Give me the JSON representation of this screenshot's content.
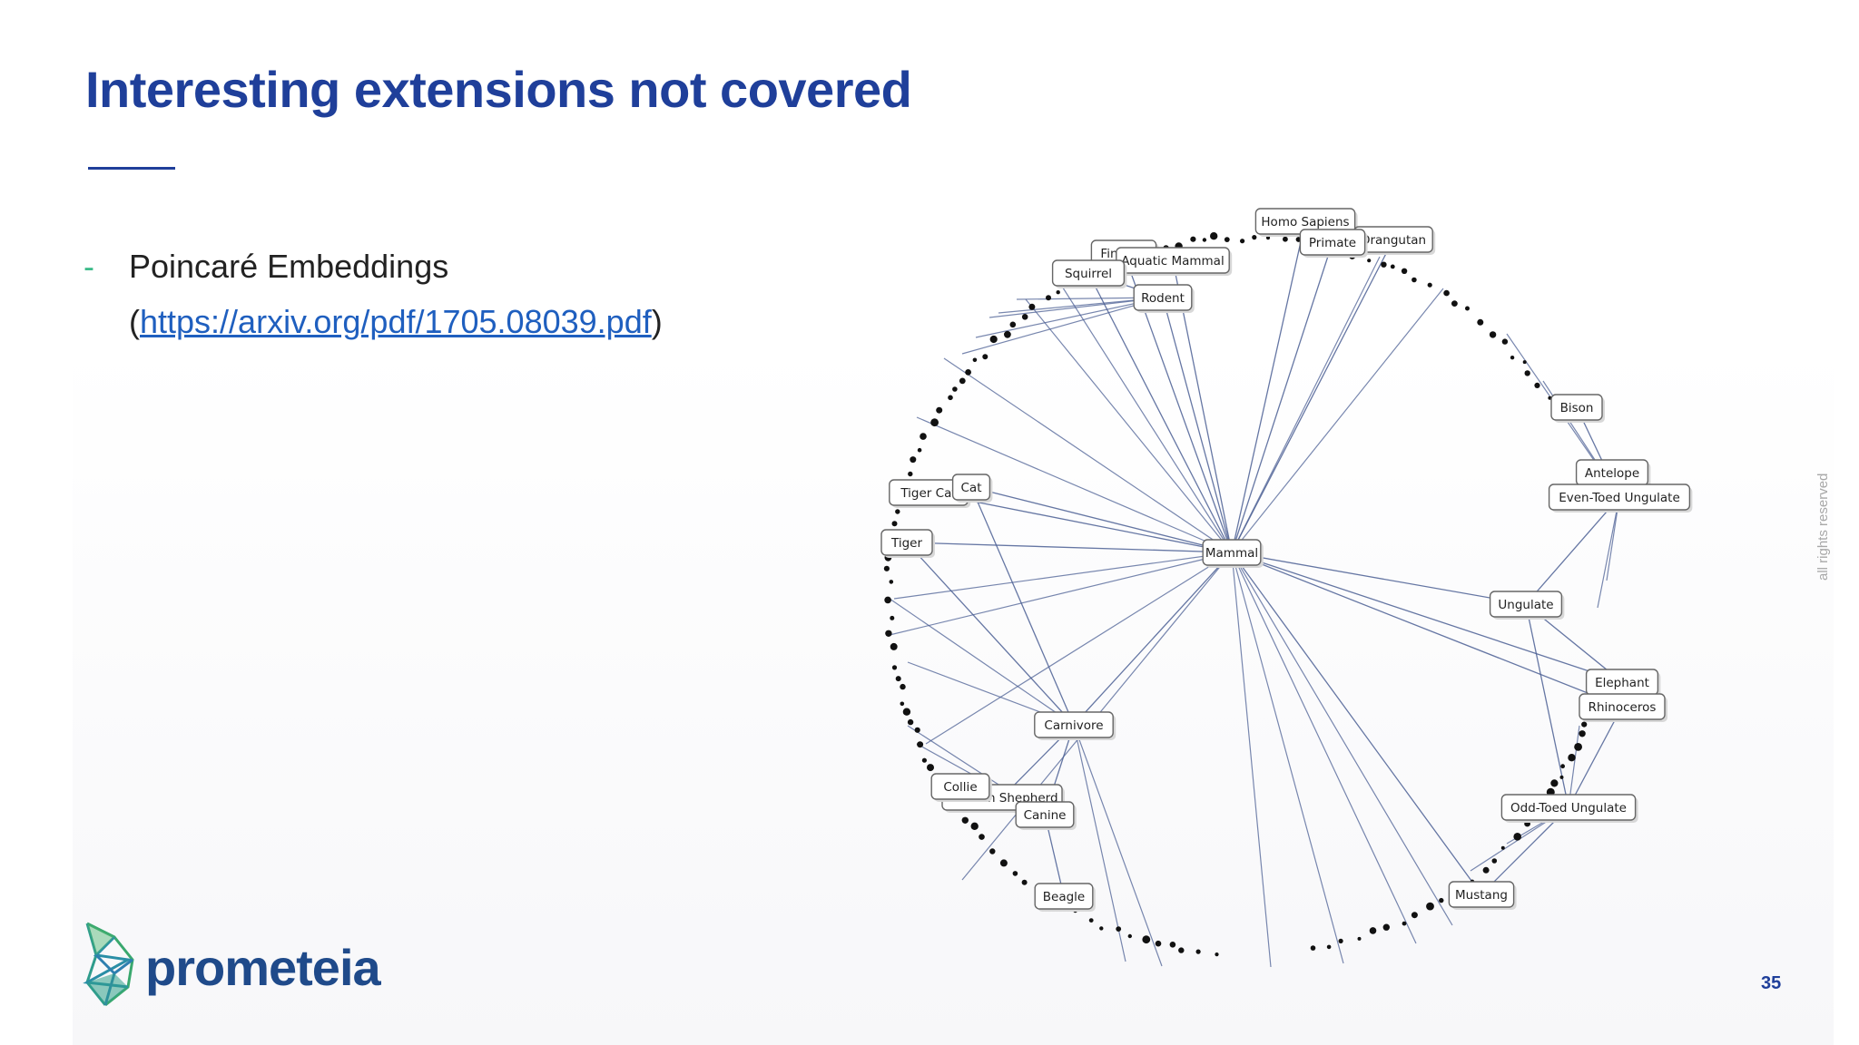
{
  "slide": {
    "title": "Interesting extensions not covered",
    "bullet_marker": "-",
    "bullet_text": "Poincaré Embeddings",
    "link_open": "(",
    "link_text": "https://arxiv.org/pdf/1705.08039.pdf",
    "link_close": ")",
    "side_note": "all rights reserved",
    "page_number": "35",
    "logo_text": "prometeia"
  },
  "colors": {
    "title": "#1f3f9a",
    "bullet": "#3dbb8a",
    "link": "#1f5fbf",
    "edge": "#4b5f94",
    "node_dot": "#111111"
  },
  "diagram": {
    "nodes": [
      {
        "id": "mammal",
        "label": "Mammal"
      },
      {
        "id": "homo",
        "label": "Homo Sapiens"
      },
      {
        "id": "orangutan",
        "label": "Orangutan"
      },
      {
        "id": "primate",
        "label": "Primate"
      },
      {
        "id": "finback",
        "label": "Finback"
      },
      {
        "id": "aquatic",
        "label": "Aquatic Mammal"
      },
      {
        "id": "squirrel",
        "label": "Squirrel"
      },
      {
        "id": "rodent",
        "label": "Rodent"
      },
      {
        "id": "tigercat",
        "label": "Tiger Cat"
      },
      {
        "id": "cat",
        "label": "Cat"
      },
      {
        "id": "tiger",
        "label": "Tiger"
      },
      {
        "id": "carnivore",
        "label": "Carnivore"
      },
      {
        "id": "german",
        "label": "German Shepherd"
      },
      {
        "id": "collie",
        "label": "Collie"
      },
      {
        "id": "canine",
        "label": "Canine"
      },
      {
        "id": "beagle",
        "label": "Beagle"
      },
      {
        "id": "bison",
        "label": "Bison"
      },
      {
        "id": "antelope",
        "label": "Antelope"
      },
      {
        "id": "eventoed",
        "label": "Even-Toed Ungulate"
      },
      {
        "id": "ungulate",
        "label": "Ungulate"
      },
      {
        "id": "elephant",
        "label": "Elephant"
      },
      {
        "id": "rhino",
        "label": "Rhinoceros"
      },
      {
        "id": "oddtoed",
        "label": "Odd-Toed Ungulate"
      },
      {
        "id": "mustang",
        "label": "Mustang"
      }
    ],
    "edges": [
      [
        "mammal",
        "homo"
      ],
      [
        "mammal",
        "primate"
      ],
      [
        "mammal",
        "orangutan"
      ],
      [
        "mammal",
        "rodent"
      ],
      [
        "mammal",
        "squirrel"
      ],
      [
        "mammal",
        "aquatic"
      ],
      [
        "mammal",
        "finback"
      ],
      [
        "mammal",
        "tigercat"
      ],
      [
        "mammal",
        "tiger"
      ],
      [
        "mammal",
        "cat"
      ],
      [
        "mammal",
        "carnivore"
      ],
      [
        "mammal",
        "ungulate"
      ],
      [
        "mammal",
        "elephant"
      ],
      [
        "mammal",
        "rhino"
      ],
      [
        "mammal",
        "mustang"
      ],
      [
        "rodent",
        "squirrel"
      ],
      [
        "primate",
        "homo"
      ],
      [
        "primate",
        "orangutan"
      ],
      [
        "carnivore",
        "tiger"
      ],
      [
        "carnivore",
        "cat"
      ],
      [
        "carnivore",
        "canine"
      ],
      [
        "carnivore",
        "german"
      ],
      [
        "canine",
        "beagle"
      ],
      [
        "canine",
        "collie"
      ],
      [
        "canine",
        "german"
      ],
      [
        "ungulate",
        "eventoed"
      ],
      [
        "ungulate",
        "oddtoed"
      ],
      [
        "ungulate",
        "elephant"
      ],
      [
        "eventoed",
        "bison"
      ],
      [
        "eventoed",
        "antelope"
      ],
      [
        "oddtoed",
        "mustang"
      ],
      [
        "oddtoed",
        "rhino"
      ]
    ]
  }
}
